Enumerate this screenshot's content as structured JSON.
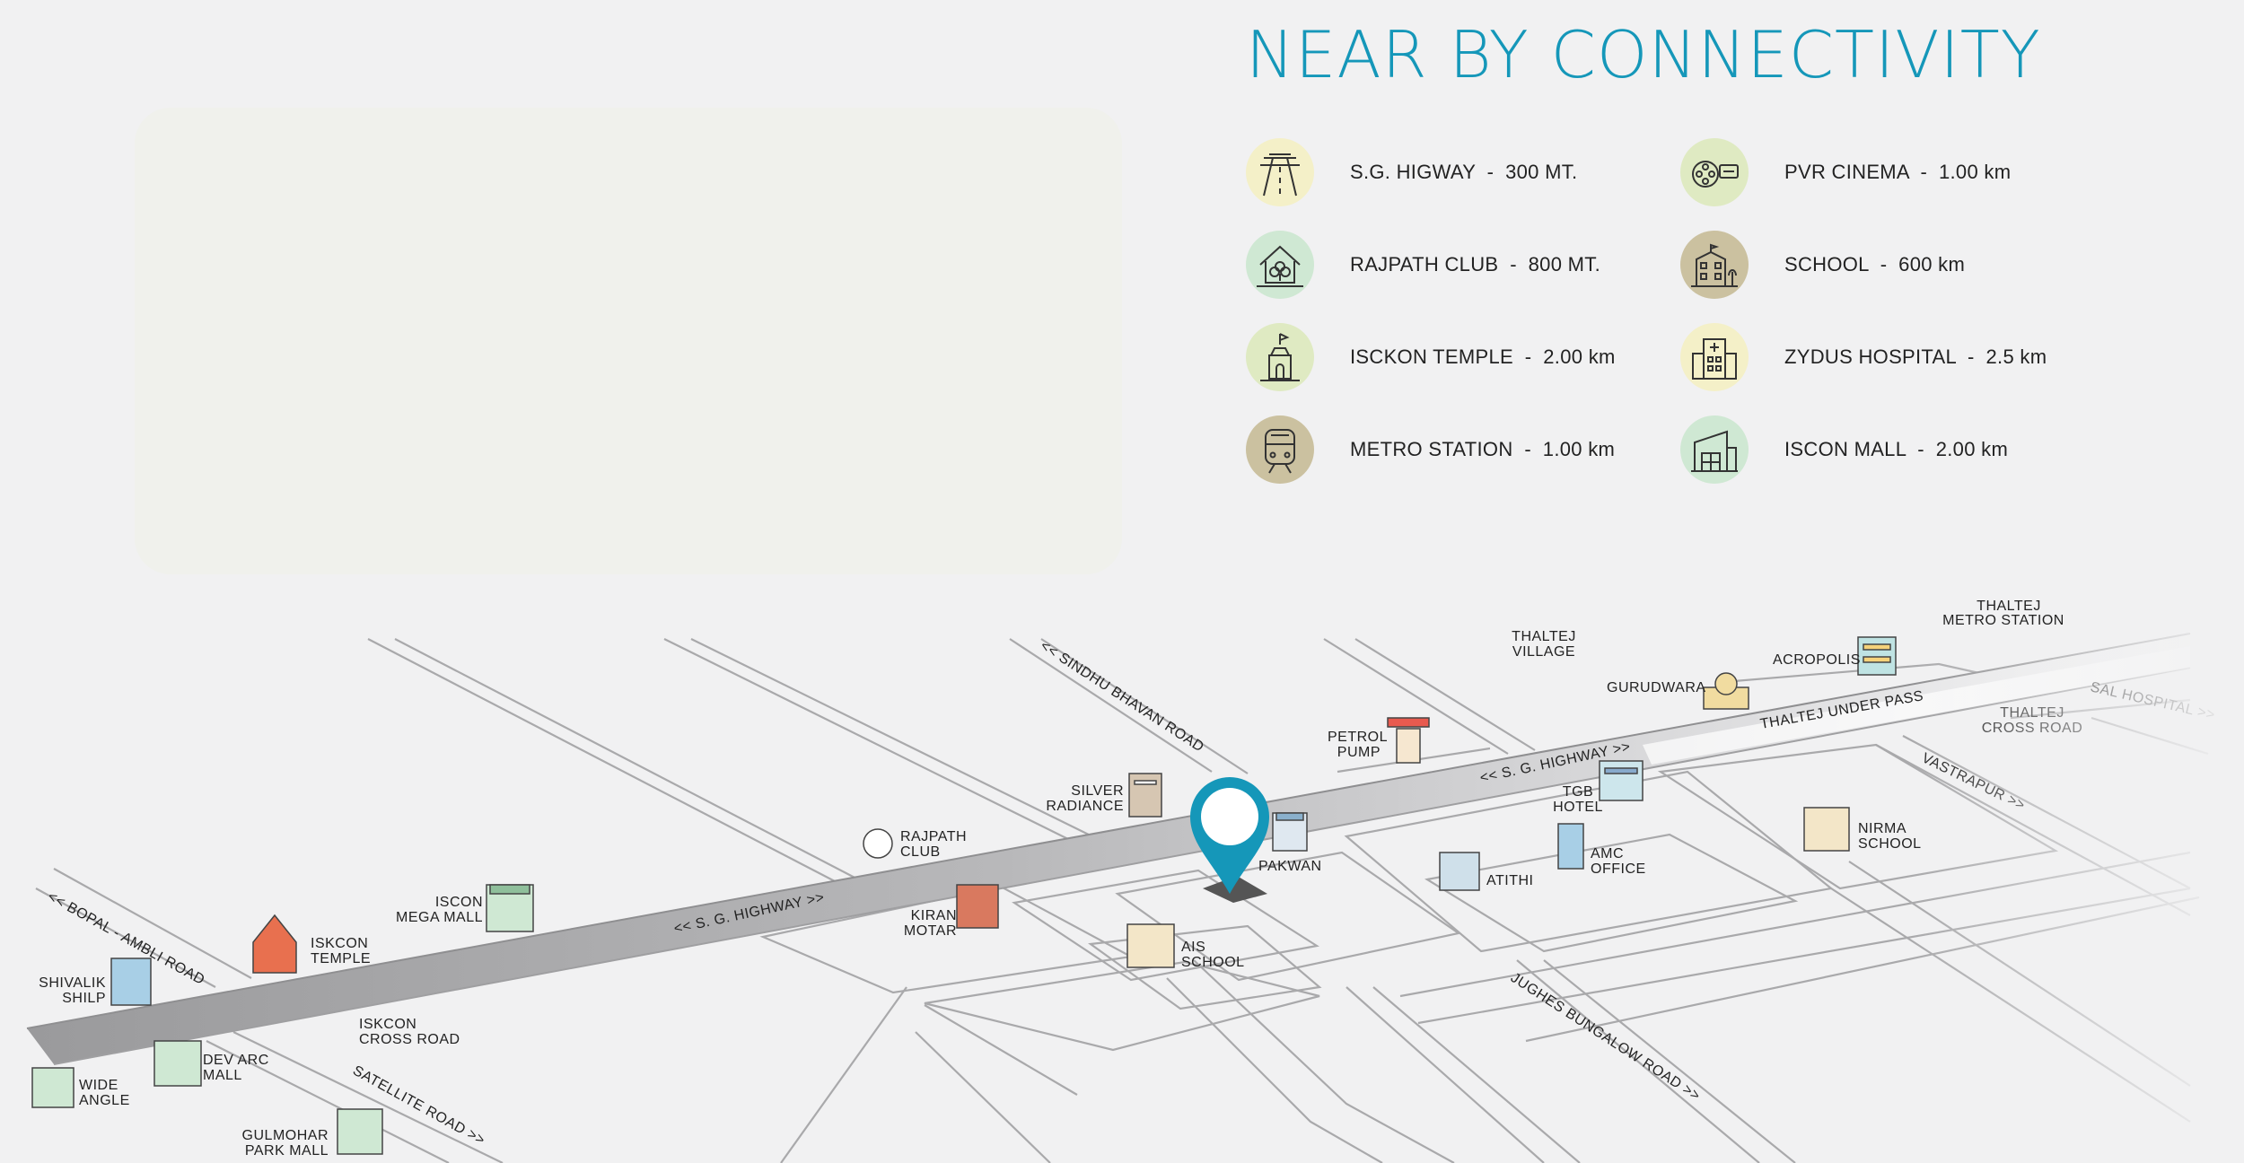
{
  "title": "NEAR BY CONNECTIVITY",
  "connectivity": [
    {
      "label": "S.G. HIGWAY  -  300 MT.",
      "icon": "highway-icon",
      "bg": "#f4f0c8"
    },
    {
      "label": "RAJPATH CLUB  -  800 MT.",
      "icon": "club-icon",
      "bg": "#cfe8d3"
    },
    {
      "label": "ISCKON TEMPLE  -  2.00 km",
      "icon": "temple-icon",
      "bg": "#dfeac2"
    },
    {
      "label": "METRO STATION  -  1.00 km",
      "icon": "metro-icon",
      "bg": "#cbc1a0"
    },
    {
      "label": "PVR CINEMA  -  1.00 km",
      "icon": "cinema-icon",
      "bg": "#dfeac2"
    },
    {
      "label": "SCHOOL  -  600 km",
      "icon": "school-icon",
      "bg": "#cbc1a0"
    },
    {
      "label": "ZYDUS HOSPITAL  -  2.5 km",
      "icon": "hospital-icon",
      "bg": "#f4f0c8"
    },
    {
      "label": "ISCON MALL  -  2.00 km",
      "icon": "mall-icon",
      "bg": "#cfe8d3"
    }
  ],
  "map": {
    "roads": [
      "<< S. G. HIGHWAY >>",
      "<< S. G. HIGHWAY >>",
      "<< BOPAL - AMBLI ROAD",
      "<< SINDHU BHAVAN ROAD",
      "SATELLITE ROAD >>",
      "JUGHES BUNGALOW ROAD >>",
      "VASTRAPUR >>",
      "THALTEJ UNDER PASS",
      "SAL HOSPITAL >>"
    ],
    "places": [
      [
        "THALTEJ",
        "METRO STATION"
      ],
      [
        "THALTEJ",
        "VILLAGE"
      ],
      [
        "GURUDWARA"
      ],
      [
        "ACROPOLIS"
      ],
      [
        "THALTEJ",
        "CROSS ROAD"
      ],
      [
        "PETROL",
        "PUMP"
      ],
      [
        "SILVER",
        "RADIANCE"
      ],
      [
        "TGB",
        "HOTEL"
      ],
      [
        "RAJPATH",
        "CLUB"
      ],
      [
        "PAKWAN"
      ],
      [
        "AMC",
        "OFFICE"
      ],
      [
        "ATITHI"
      ],
      [
        "NIRMA",
        "SCHOOL"
      ],
      [
        "ISCON",
        "MEGA MALL"
      ],
      [
        "KIRAN",
        "MOTAR"
      ],
      [
        "ISKCON",
        "TEMPLE"
      ],
      [
        "AIS",
        "SCHOOL"
      ],
      [
        "SHIVALIK",
        "SHILP"
      ],
      [
        "ISKCON",
        "CROSS ROAD"
      ],
      [
        "DEV ARC",
        "MALL"
      ],
      [
        "WIDE",
        "ANGLE"
      ],
      [
        "GULMOHAR",
        "PARK MALL"
      ]
    ]
  },
  "colors": {
    "accent": "#1597b9",
    "road": "#a9a9ab"
  }
}
